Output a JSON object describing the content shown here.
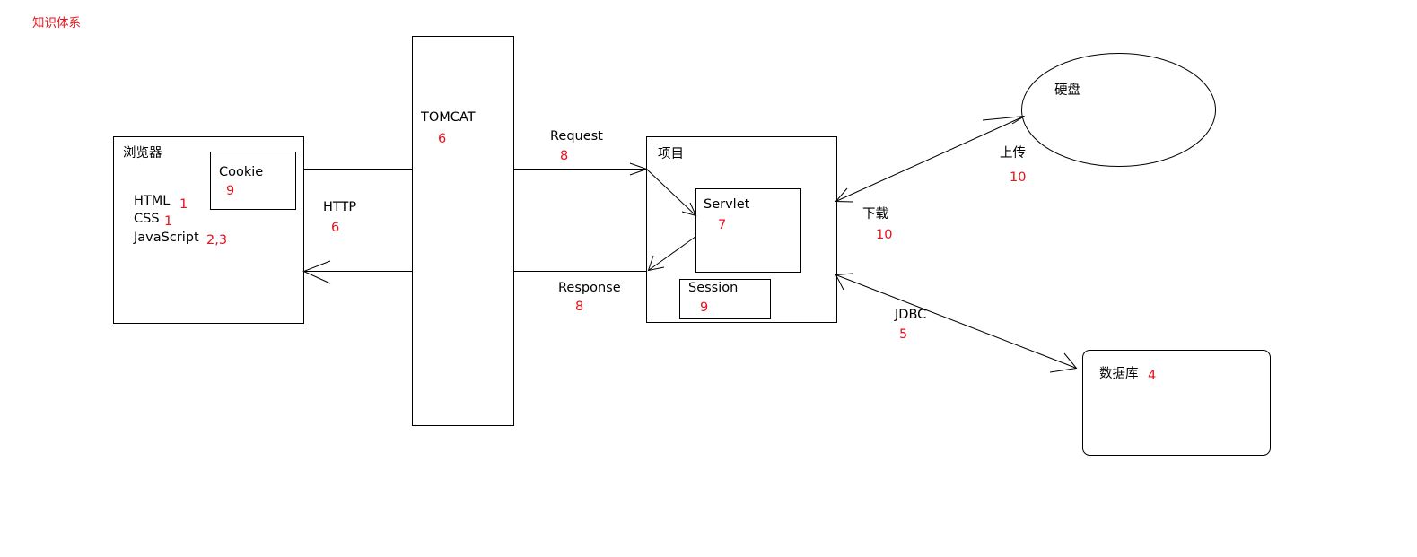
{
  "title": "知识体系",
  "browser": {
    "label": "浏览器",
    "techs": [
      {
        "name": "HTML",
        "num": "1"
      },
      {
        "name": "CSS",
        "num": "1"
      },
      {
        "name": "JavaScript",
        "num": "2,3"
      }
    ],
    "cookie": {
      "label": "Cookie",
      "num": "9"
    }
  },
  "http": {
    "label": "HTTP",
    "num": "6"
  },
  "tomcat": {
    "label": "TOMCAT",
    "num": "6"
  },
  "request": {
    "label": "Request",
    "num": "8"
  },
  "response": {
    "label": "Response",
    "num": "8"
  },
  "project": {
    "label": "项目",
    "servlet": {
      "label": "Servlet",
      "num": "7"
    },
    "session": {
      "label": "Session",
      "num": "9"
    }
  },
  "disk": {
    "label": "硬盘"
  },
  "upload": {
    "label": "上传",
    "num": "10"
  },
  "download": {
    "label": "下载",
    "num": "10"
  },
  "jdbc": {
    "label": "JDBC",
    "num": "5"
  },
  "database": {
    "label": "数据库",
    "num": "4"
  },
  "colors": {
    "annotation": "#e8121b",
    "line": "#000000"
  }
}
